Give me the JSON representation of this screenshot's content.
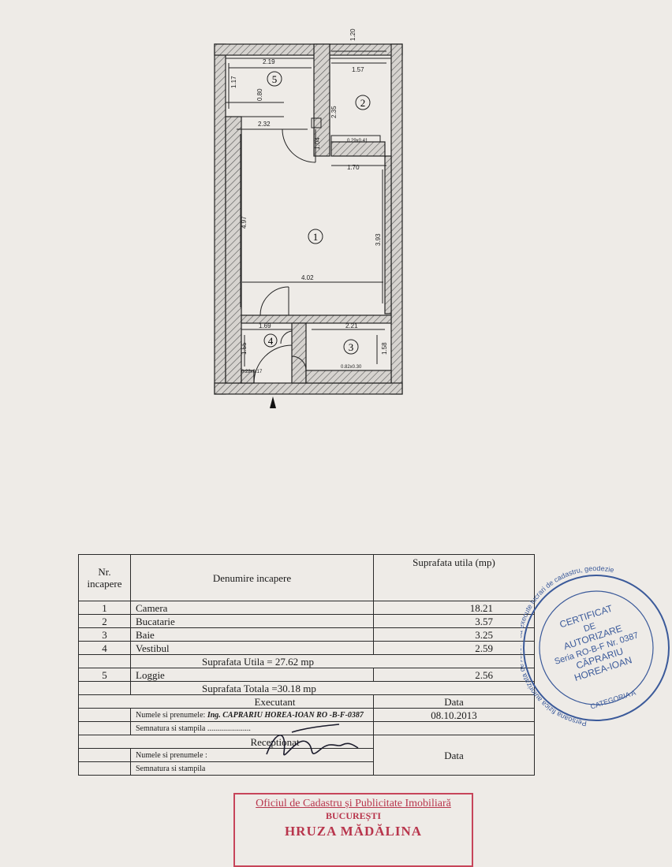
{
  "plan": {
    "rooms": [
      {
        "number": "1"
      },
      {
        "number": "2"
      },
      {
        "number": "3"
      },
      {
        "number": "4"
      },
      {
        "number": "5"
      }
    ],
    "dimensions": {
      "d219": "2.19",
      "d157": "1.57",
      "d120": "1.20",
      "d117": "1.17",
      "d080": "0.80",
      "d235": "2.35",
      "d232": "2.32",
      "d104": "1.04",
      "d029": "0.29x0.41",
      "d170": "1.70",
      "d497": "4.97",
      "d393": "3.93",
      "d402": "4.02",
      "d169": "1.69",
      "d221": "2.21",
      "d155": "1.55",
      "d158": "1.58",
      "d022": "0.22x0.17",
      "d082": "0.82x0.30"
    }
  },
  "table": {
    "headers": {
      "nr": "Nr. incapere",
      "denumire": "Denumire incapere",
      "suprafata": "Suprafata  utila (mp)"
    },
    "rows": [
      {
        "nr": "1",
        "name": "Camera",
        "area": "18.21"
      },
      {
        "nr": "2",
        "name": "Bucatarie",
        "area": "3.57"
      },
      {
        "nr": "3",
        "name": "Baie",
        "area": "3.25"
      },
      {
        "nr": "4",
        "name": "Vestibul",
        "area": "2.59"
      }
    ],
    "subtotal": "Suprafata Utila  = 27.62 mp",
    "loggia": {
      "nr": "5",
      "name": "Loggie",
      "area": "2.56"
    },
    "total": "Suprafata Totala =30.18 mp",
    "executant": {
      "title": "Executant",
      "data_label": "Data",
      "name_label": "Numele si prenumele:",
      "name_value": "Ing. CAPRARIU HOREA-IOAN RO -B-F-0387",
      "date": "08.10.2013",
      "sign_label": "Semnatura si stampila ......................"
    },
    "receptionat": {
      "title": "Receptionat",
      "name_label": "Numele si prenumele :",
      "data_label": "Data",
      "sign_label": "Semnatura si stampila"
    }
  },
  "stamp_round": {
    "center": [
      "CERTIFICAT",
      "DE",
      "AUTORIZARE",
      "Seria RO-B-F Nr. 0387",
      "CĂPRARIU",
      "HOREA-IOAN"
    ],
    "ring": "Persoana fizica autorizata de ANCPI sa execute lucrari de cadastru, geodezie",
    "categoria": "CATEGORIA A"
  },
  "stamp_office": {
    "line1": "Oficiul de Cadastru și Publicitate Imobiliară",
    "line2": "BUCUREȘTI",
    "line3": "HRUZA MĂDĂLINA"
  },
  "colors": {
    "paper": "#eeebe7",
    "ink": "#1b1b1b",
    "stamp_blue": "#3b5a9a",
    "stamp_red": "#c7455a"
  }
}
